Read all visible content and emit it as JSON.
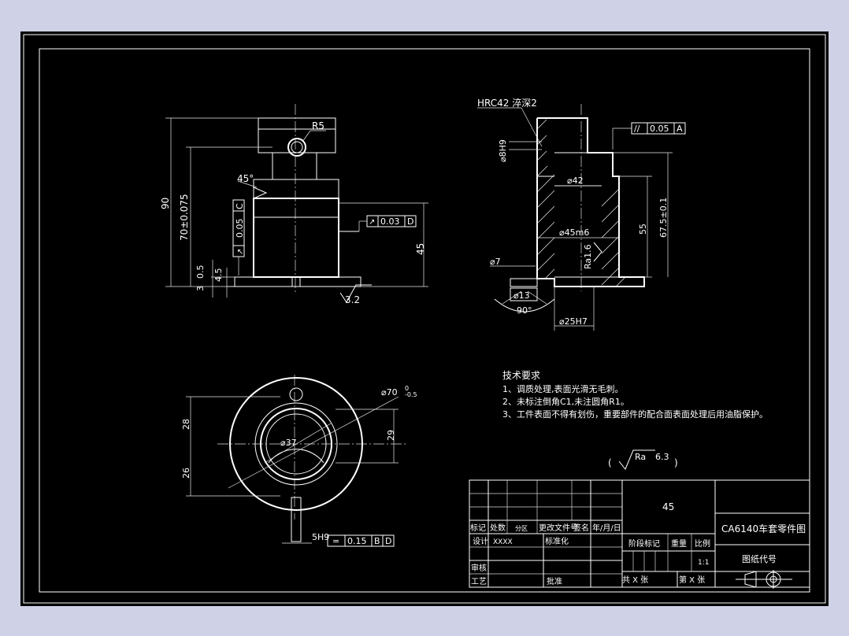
{
  "colors": {
    "app_background": "#cfd2e6",
    "canvas": "#000000",
    "lines": "#ffffff"
  },
  "front_view": {
    "radius": "R5",
    "chamfer_angle": "45°",
    "total_height": "90",
    "height_tol": "70±0.075",
    "lower_height": "45",
    "small_dims": [
      "3",
      "0.5",
      "4.5"
    ],
    "roughness": "3.2",
    "tol_left": {
      "symbol": "↗",
      "value": "0.05",
      "datum": "C"
    },
    "tol_right": {
      "symbol": "↗",
      "value": "0.03",
      "datum": "D"
    }
  },
  "section_view": {
    "hardness": "HRC42 淬深2",
    "bore_h9": "⌀8H9",
    "parallel_tol": {
      "symbol": "//",
      "value": "0.05",
      "datum": "A"
    },
    "d42": "⌀42",
    "d45": "⌀45m6",
    "ra": "Ra1.6",
    "d7": "⌀7",
    "d13": "⌀13",
    "angle": "90°",
    "d25": "⌀25H7",
    "h55": "55",
    "h67": "67.5±0.1"
  },
  "top_view": {
    "d70": "⌀70",
    "d70_tol_up": "0",
    "d70_tol_dn": "-0.5",
    "d37": "⌀37",
    "h28": "28",
    "h26": "26",
    "h29": "29",
    "slot": "5H9",
    "tol": {
      "symbol": "=",
      "value": "0.15",
      "datum1": "B",
      "datum2": "D"
    }
  },
  "tech": {
    "title": "技术要求",
    "items": [
      "1、调质处理,表面光滑无毛刺。",
      "2、未标注倒角C1,未注圆角R1。",
      "3、工件表面不得有划伤，重要部件的配合面表面处理后用油脂保护。"
    ],
    "roughness_note_paren": "(",
    "roughness_note_ra": "Ra",
    "roughness_note_value": "6.3",
    "roughness_note_close": ")"
  },
  "title_block": {
    "material": "45",
    "drawing_title": "CA6140车套零件图",
    "drawing_code_label": "图纸代号",
    "h_mark": "标记",
    "h_count": "处数",
    "h_zone": "分区",
    "h_doc": "更改文件号",
    "h_sign": "签名",
    "h_date": "年/月/日",
    "designer_label": "设计",
    "designer_value": "XXXX",
    "std_label": "标准化",
    "review_label": "审核",
    "process_label": "工艺",
    "approve_label": "批准",
    "stage_label": "阶段标记",
    "weight_label": "重量",
    "scale_label": "比例",
    "scale_value": "1:1",
    "sheets_total": "共 X 张",
    "sheet_no": "第 X 张"
  }
}
